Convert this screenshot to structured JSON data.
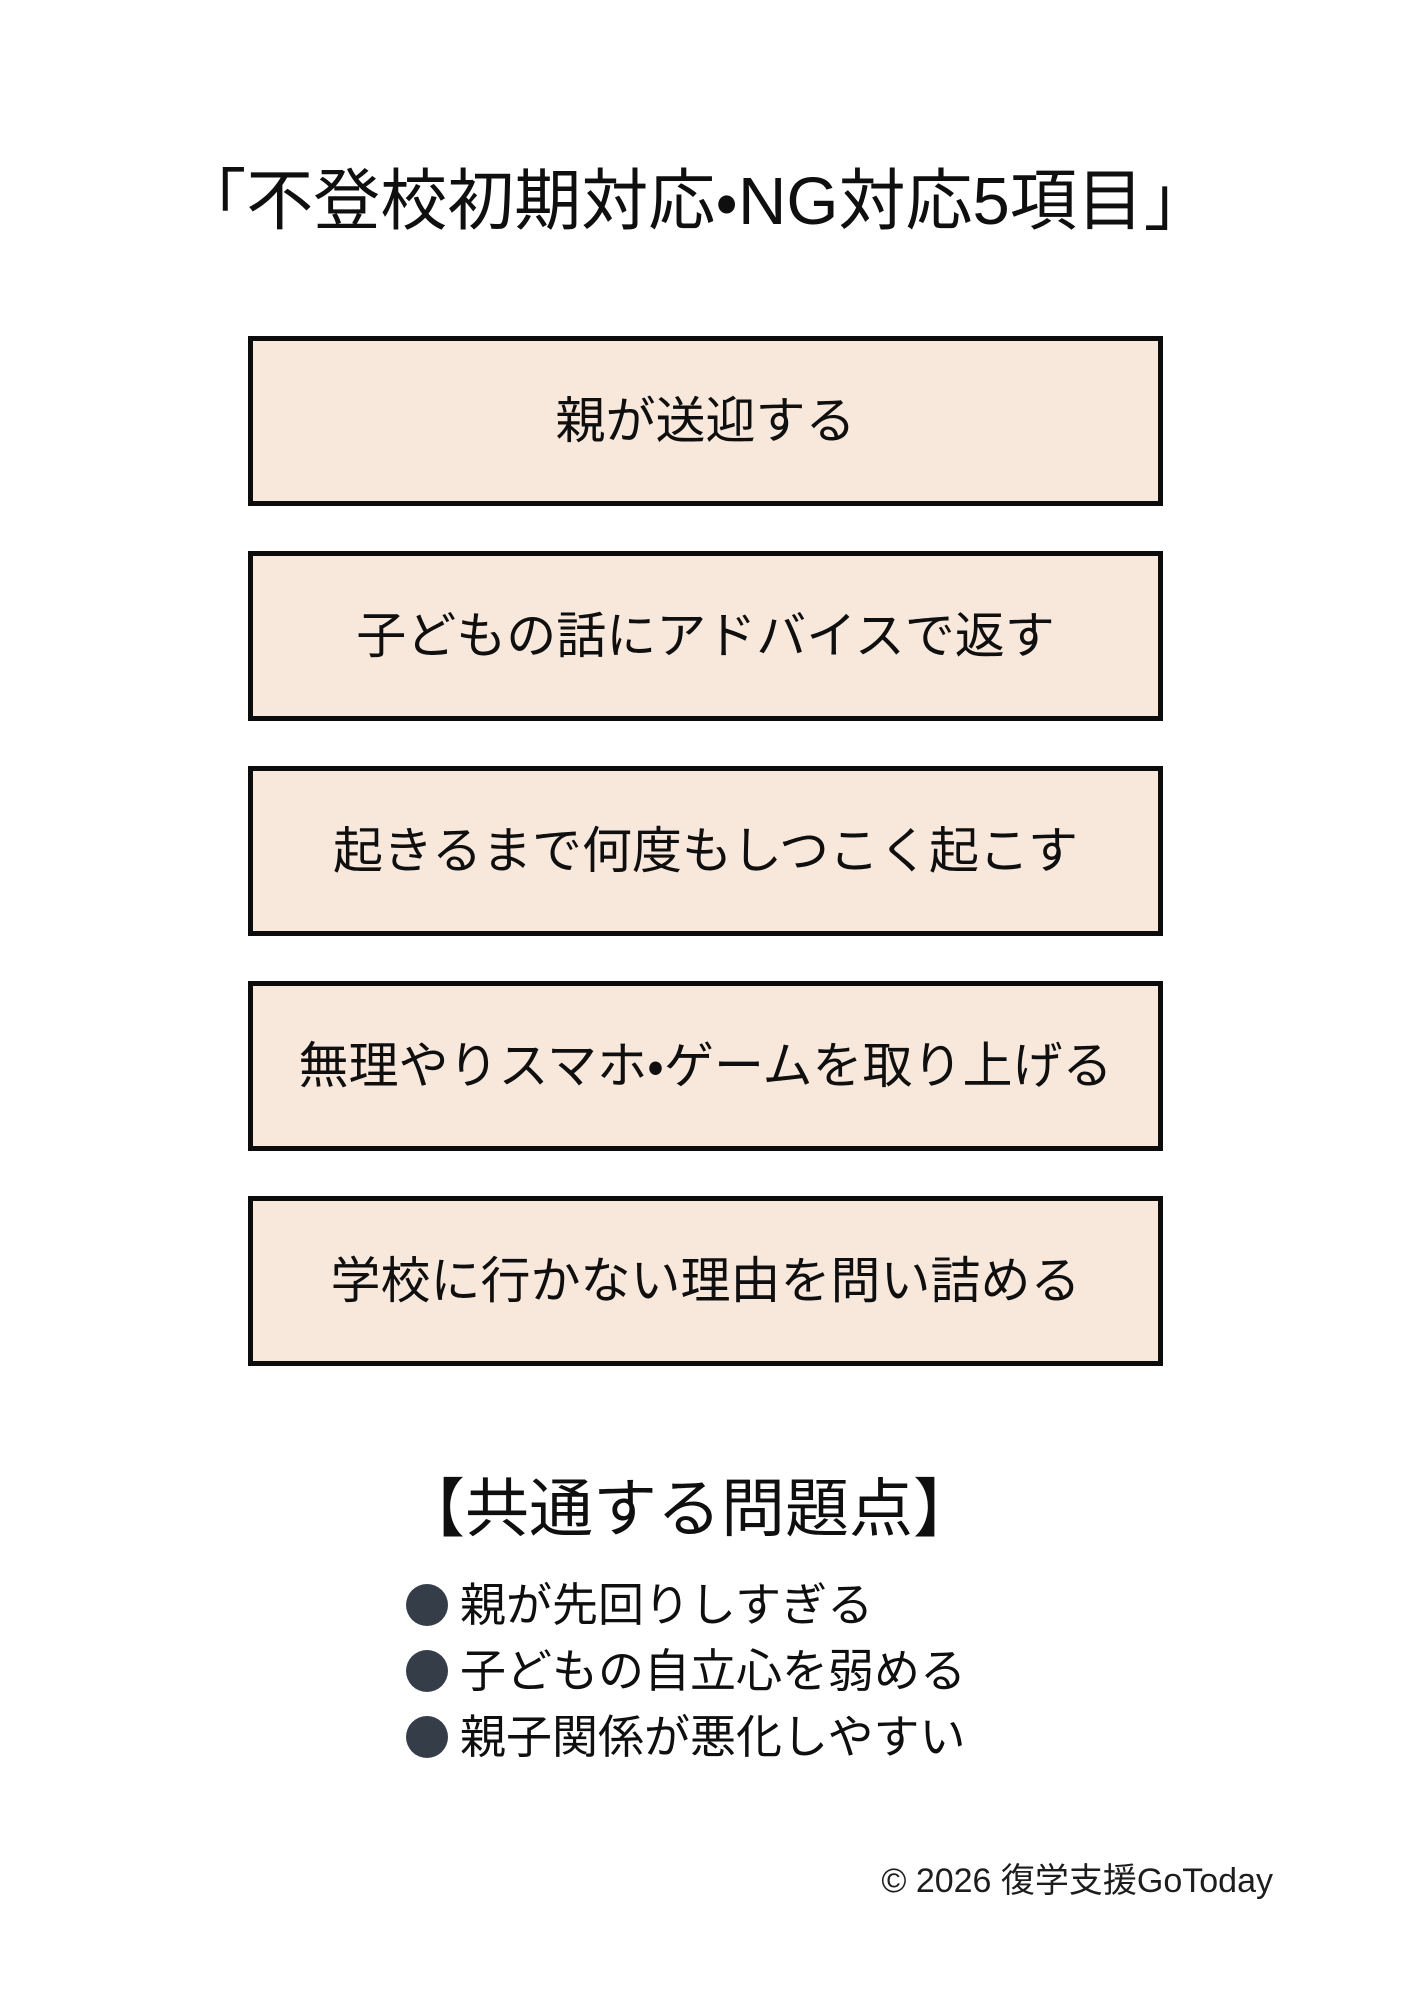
{
  "title": "「不登校初期対応・NG対応5項目」",
  "ng_items": [
    {
      "label": "親が送迎する"
    },
    {
      "label": "子どもの話にアドバイスで返す"
    },
    {
      "label": "起きるまで何度もしつこく起こす"
    },
    {
      "label": "無理やりスマホ・ゲームを取り上げる"
    },
    {
      "label": "学校に行かない理由を問い詰める"
    }
  ],
  "problems": {
    "heading": "【共通する問題点】",
    "items": [
      "親が先回りしすぎる",
      "子どもの自立心を弱める",
      "親子関係が悪化しやすい"
    ]
  },
  "footer": {
    "copyright": "© 2026 復学支援GoToday"
  },
  "icons": {
    "bullet": "filled-circle"
  },
  "colors": {
    "background": "#ffffff",
    "box_fill": "#f8e8dc",
    "box_border": "#0c0c0c",
    "bullet": "#353d48",
    "text": "#0f0f0f"
  }
}
